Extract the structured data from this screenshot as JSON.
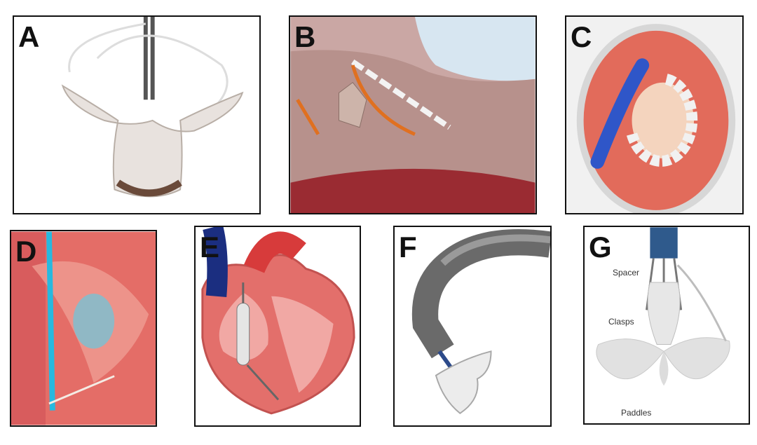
{
  "panels": [
    {
      "id": "A",
      "letter": "A"
    },
    {
      "id": "B",
      "letter": "B"
    },
    {
      "id": "C",
      "letter": "C"
    },
    {
      "id": "D",
      "letter": "D"
    },
    {
      "id": "E",
      "letter": "E"
    },
    {
      "id": "F",
      "letter": "F"
    },
    {
      "id": "G",
      "letter": "G",
      "labels": {
        "spacer": "Spacer",
        "clasps": "Clasps",
        "paddles": "Paddles"
      }
    }
  ]
}
